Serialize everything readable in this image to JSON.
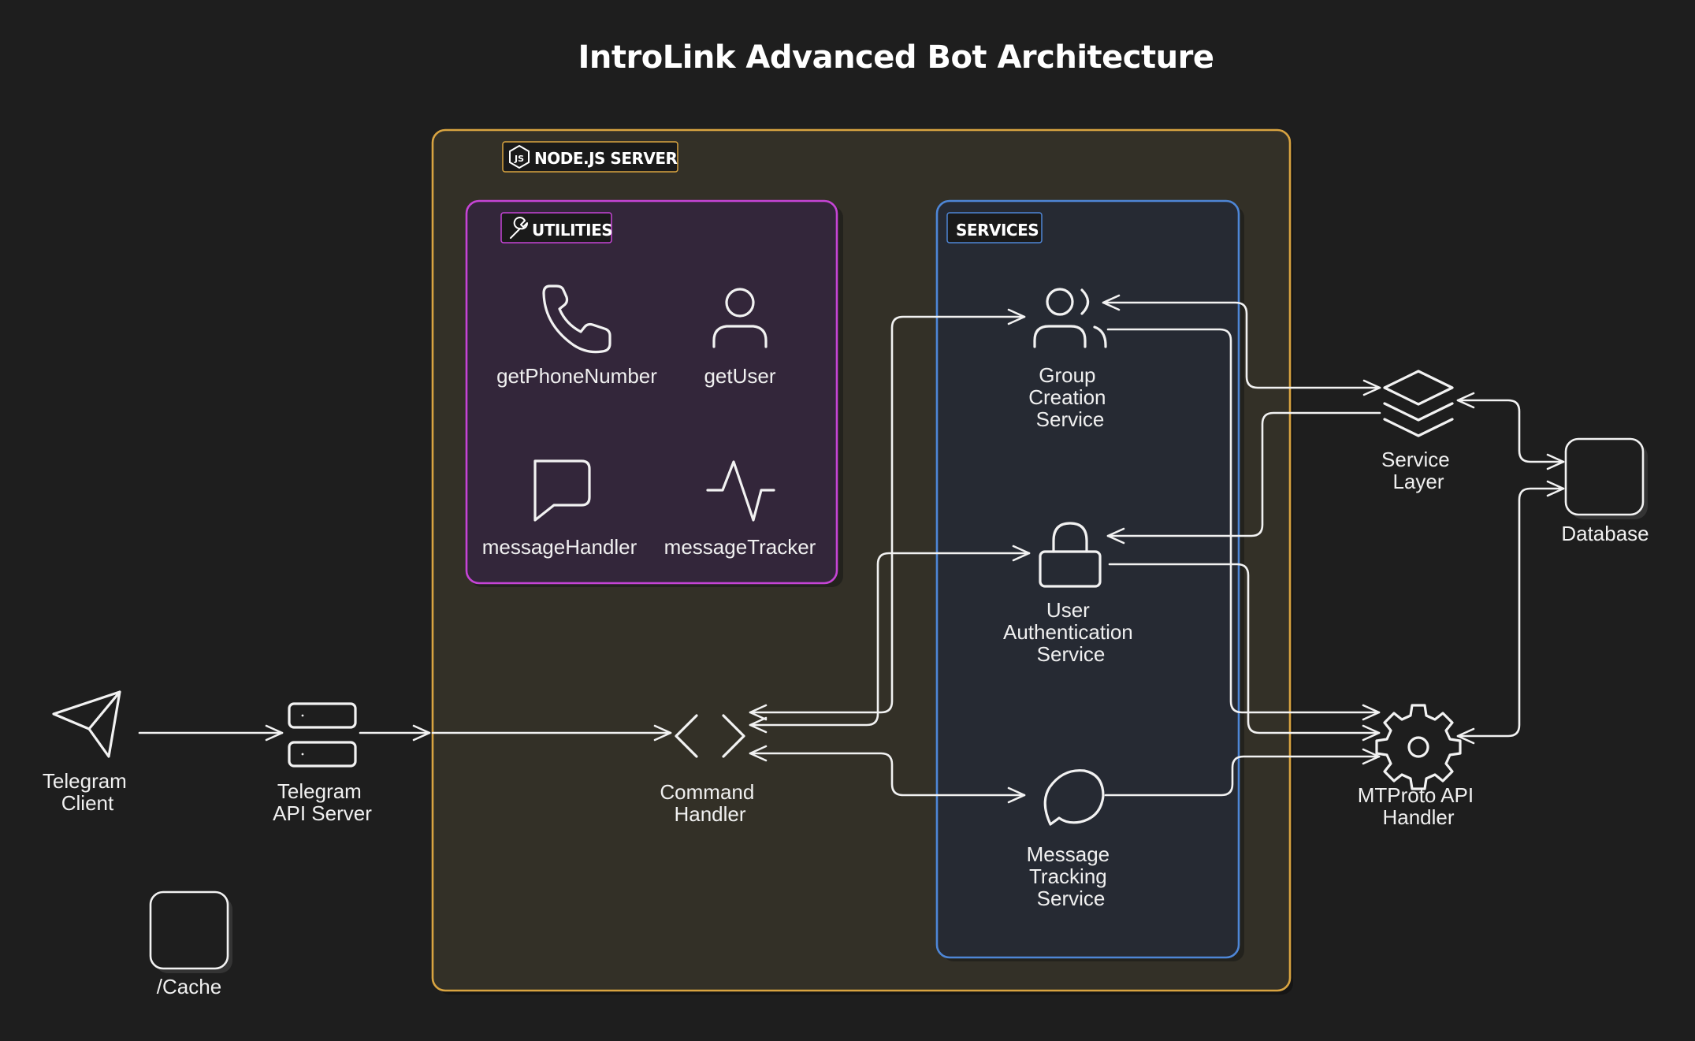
{
  "title": "IntroLink Advanced Bot Architecture",
  "colors": {
    "background": "#1e1e1e",
    "server_border": "#d9a441",
    "server_fill": "#333027",
    "utilities_border": "#c644d6",
    "utilities_fill": "#33263a",
    "services_border": "#4e86d6",
    "services_fill": "#262a33"
  },
  "server": {
    "label": "NODE.JS SERVER",
    "icon": "nodejs-icon"
  },
  "utilities": {
    "label": "UTILITIES",
    "icon": "wrench-icon",
    "items": [
      {
        "label": "getPhoneNumber",
        "icon": "phone-icon"
      },
      {
        "label": "getUser",
        "icon": "user-icon"
      },
      {
        "label": "messageHandler",
        "icon": "message-square-icon"
      },
      {
        "label": "messageTracker",
        "icon": "activity-icon"
      }
    ]
  },
  "services": {
    "label": "SERVICES",
    "items": [
      {
        "lines": [
          "Group",
          "Creation",
          "Service"
        ],
        "icon": "users-icon"
      },
      {
        "lines": [
          "User",
          "Authentication",
          "Service"
        ],
        "icon": "lock-icon"
      },
      {
        "lines": [
          "Message",
          "Tracking",
          "Service"
        ],
        "icon": "message-circle-icon"
      }
    ]
  },
  "external": {
    "telegram_client": {
      "lines": [
        "Telegram",
        "Client"
      ],
      "icon": "send-icon"
    },
    "telegram_api_server": {
      "lines": [
        "Telegram",
        "API Server"
      ],
      "icon": "server-icon"
    },
    "command_handler": {
      "lines": [
        "Command",
        "Handler"
      ],
      "icon": "code-icon"
    },
    "service_layer": {
      "lines": [
        "Service",
        "Layer"
      ],
      "icon": "layers-icon"
    },
    "database": {
      "label": "Database"
    },
    "mtproto": {
      "lines": [
        "MTProto API",
        "Handler"
      ],
      "icon": "gear-icon"
    },
    "cache": {
      "label": "/Cache"
    }
  }
}
